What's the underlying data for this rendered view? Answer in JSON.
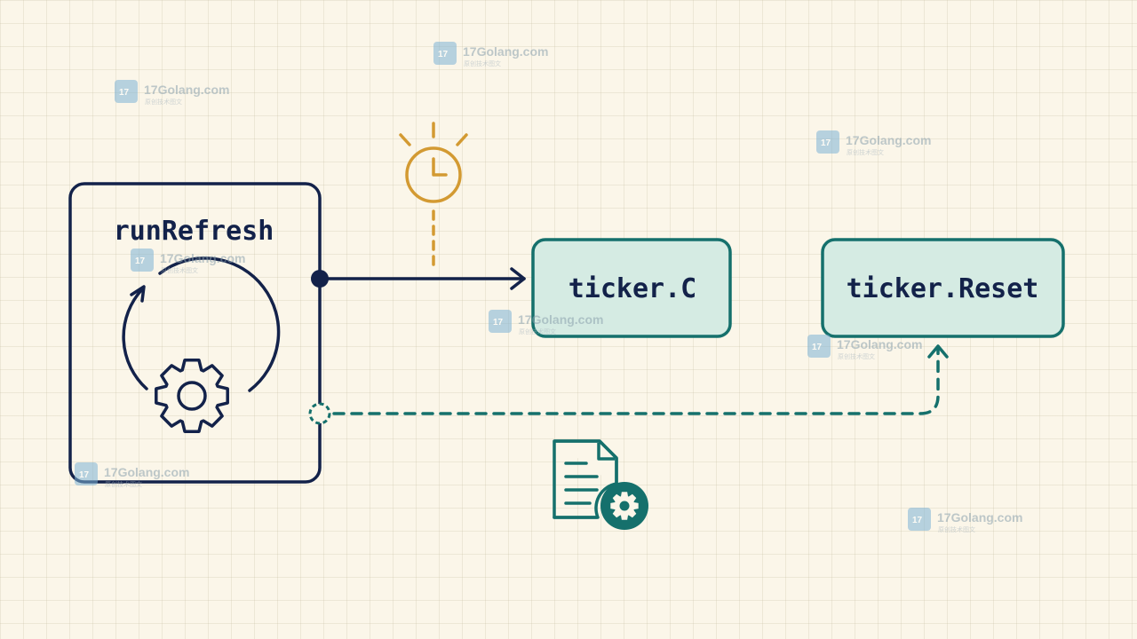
{
  "diagram": {
    "source_node": {
      "label": "runRefresh"
    },
    "channel_node": {
      "label": "ticker.C"
    },
    "reset_node": {
      "label": "ticker.Reset"
    },
    "icons": {
      "timer": "alarm-clock-icon",
      "cycle": "refresh-cycle-icon",
      "gear": "gear-icon",
      "config": "document-gear-icon"
    }
  },
  "watermarks": [
    {
      "text": "17Golang.com",
      "subtext": "原创技术图文"
    },
    {
      "text": "17Golang.com",
      "subtext": "原创技术图文"
    },
    {
      "text": "17Golang.com",
      "subtext": "原创技术图文"
    },
    {
      "text": "17Golang.com",
      "subtext": "原创技术图文"
    },
    {
      "text": "17Golang.com",
      "subtext": "原创技术图文"
    },
    {
      "text": "17Golang.com",
      "subtext": "原创技术图文"
    },
    {
      "text": "17Golang.com",
      "subtext": "原创技术图文"
    },
    {
      "text": "17Golang.com",
      "subtext": "原创技术图文"
    }
  ],
  "colors": {
    "navy": "#13224a",
    "teal": "#15706c",
    "teal_fill": "#d5ebe3",
    "amber": "#d39a32",
    "background": "#fbf6e9",
    "watermark": "#9fb3bd"
  }
}
